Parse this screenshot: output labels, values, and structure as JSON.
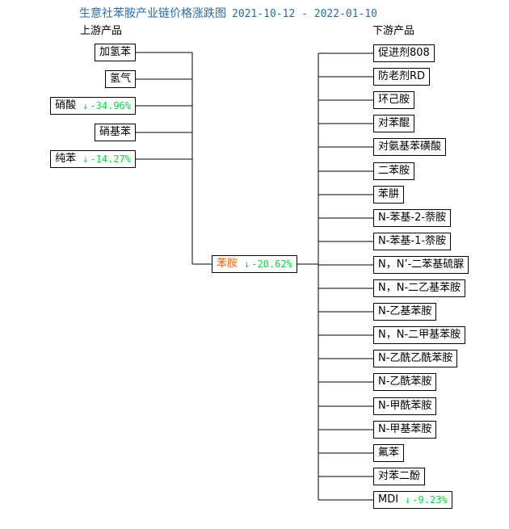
{
  "header": {
    "title": "生意社苯胺产业链价格涨跌图",
    "date_range": "2021-10-12 - 2022-01-10",
    "title_color": "#2b6ca3",
    "upstream_label": "上游产品",
    "downstream_label": "下游产品"
  },
  "colors": {
    "title": "#2b6ca3",
    "center_node_text": "#ff6600",
    "decrease": "#00dd33",
    "box_border": "#000000",
    "text": "#000000",
    "background": "#ffffff"
  },
  "center": {
    "name": "苯胺",
    "change": "-20.62%",
    "arrow": "↓",
    "direction": "down"
  },
  "upstream": [
    {
      "name": "加氢苯",
      "change": null,
      "arrow": null,
      "direction": null
    },
    {
      "name": "氢气",
      "change": null,
      "arrow": null,
      "direction": null
    },
    {
      "name": "硝酸",
      "change": "-34.96%",
      "arrow": "↓",
      "direction": "down"
    },
    {
      "name": "硝基苯",
      "change": null,
      "arrow": null,
      "direction": null
    },
    {
      "name": "纯苯",
      "change": "-14.27%",
      "arrow": "↓",
      "direction": "down"
    }
  ],
  "downstream": [
    {
      "name": "促进剂808",
      "change": null,
      "arrow": null,
      "direction": null
    },
    {
      "name": "防老剂RD",
      "change": null,
      "arrow": null,
      "direction": null
    },
    {
      "name": "环己胺",
      "change": null,
      "arrow": null,
      "direction": null
    },
    {
      "name": "对苯醌",
      "change": null,
      "arrow": null,
      "direction": null
    },
    {
      "name": "对氨基苯磺酸",
      "change": null,
      "arrow": null,
      "direction": null
    },
    {
      "name": "二苯胺",
      "change": null,
      "arrow": null,
      "direction": null
    },
    {
      "name": "苯肼",
      "change": null,
      "arrow": null,
      "direction": null
    },
    {
      "name": "N-苯基-2-萘胺",
      "change": null,
      "arrow": null,
      "direction": null
    },
    {
      "name": "N-苯基-1-萘胺",
      "change": null,
      "arrow": null,
      "direction": null
    },
    {
      "name": "N，N’-二苯基硫脲",
      "change": null,
      "arrow": null,
      "direction": null
    },
    {
      "name": "N，N-二乙基苯胺",
      "change": null,
      "arrow": null,
      "direction": null
    },
    {
      "name": "N-乙基苯胺",
      "change": null,
      "arrow": null,
      "direction": null
    },
    {
      "name": "N，N-二甲基苯胺",
      "change": null,
      "arrow": null,
      "direction": null
    },
    {
      "name": "N-乙酰乙酰苯胺",
      "change": null,
      "arrow": null,
      "direction": null
    },
    {
      "name": "N-乙酰苯胺",
      "change": null,
      "arrow": null,
      "direction": null
    },
    {
      "name": "N-甲酰苯胺",
      "change": null,
      "arrow": null,
      "direction": null
    },
    {
      "name": "N-甲基苯胺",
      "change": null,
      "arrow": null,
      "direction": null
    },
    {
      "name": "氟苯",
      "change": null,
      "arrow": null,
      "direction": null
    },
    {
      "name": "对苯二酚",
      "change": null,
      "arrow": null,
      "direction": null
    },
    {
      "name": "MDI",
      "change": "-9.23%",
      "arrow": "↓",
      "direction": "down"
    }
  ],
  "chart_data": {
    "type": "diagram",
    "title": "生意社苯胺产业链价格涨跌图",
    "subtitle": "2021-10-12 - 2022-01-10",
    "center_product": "苯胺",
    "center_value": -20.62,
    "upstream_values": [
      {
        "label": "加氢苯",
        "value": null
      },
      {
        "label": "氢气",
        "value": null
      },
      {
        "label": "硝酸",
        "value": -34.96
      },
      {
        "label": "硝基苯",
        "value": null
      },
      {
        "label": "纯苯",
        "value": -14.27
      }
    ],
    "downstream_values": [
      {
        "label": "促进剂808",
        "value": null
      },
      {
        "label": "防老剂RD",
        "value": null
      },
      {
        "label": "环己胺",
        "value": null
      },
      {
        "label": "对苯醌",
        "value": null
      },
      {
        "label": "对氨基苯磺酸",
        "value": null
      },
      {
        "label": "二苯胺",
        "value": null
      },
      {
        "label": "苯肼",
        "value": null
      },
      {
        "label": "N-苯基-2-萘胺",
        "value": null
      },
      {
        "label": "N-苯基-1-萘胺",
        "value": null
      },
      {
        "label": "N，N’-二苯基硫脲",
        "value": null
      },
      {
        "label": "N，N-二乙基苯胺",
        "value": null
      },
      {
        "label": "N-乙基苯胺",
        "value": null
      },
      {
        "label": "N，N-二甲基苯胺",
        "value": null
      },
      {
        "label": "N-乙酰乙酰苯胺",
        "value": null
      },
      {
        "label": "N-乙酰苯胺",
        "value": null
      },
      {
        "label": "N-甲酰苯胺",
        "value": null
      },
      {
        "label": "N-甲基苯胺",
        "value": null
      },
      {
        "label": "氟苯",
        "value": null
      },
      {
        "label": "对苯二酚",
        "value": null
      },
      {
        "label": "MDI",
        "value": -9.23
      }
    ],
    "units": "percent change"
  }
}
